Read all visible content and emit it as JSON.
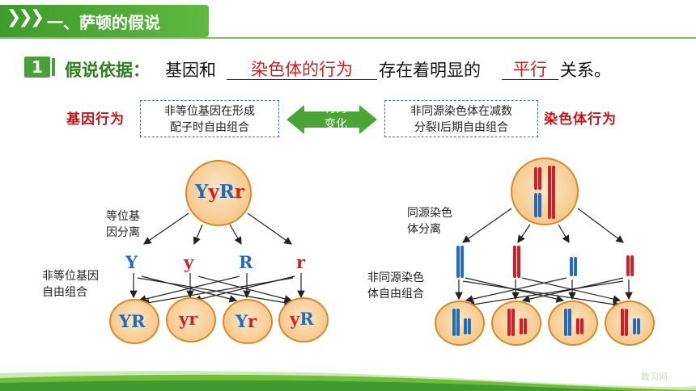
{
  "header": {
    "title": "一、萨顿的假说",
    "chevrons": "❯❯❯"
  },
  "hypothesis": {
    "number": "1",
    "label": "假说依据：",
    "text_part1": "基因和",
    "blank1": "染色体的行为",
    "text_part2": "存在着明显的",
    "blank2": "平行",
    "text_part3": "关系。"
  },
  "behavior_row": {
    "left_label": "基因行为",
    "left_box_line1": "非等位基因在形成",
    "left_box_line2": "配子时自由组合",
    "center_line1": "行为",
    "center_line2": "变化",
    "right_box_line1": "非同源染色体在减数",
    "right_box_line2": "分裂Ⅰ后期自由组合",
    "right_label": "染色体行为"
  },
  "gene_diagram": {
    "parent": [
      "Y",
      "y",
      "R",
      "r"
    ],
    "annotation1_line1": "等位基",
    "annotation1_line2": "因分离",
    "annotation2_line1": "非等位基因",
    "annotation2_line2": "自由组合",
    "alleles": [
      "Y",
      "y",
      "R",
      "r"
    ],
    "gametes": [
      {
        "a": "Y",
        "b": "R"
      },
      {
        "a": "y",
        "b": "r"
      },
      {
        "a": "Y",
        "b": "r"
      },
      {
        "a": "y",
        "b": "R"
      }
    ]
  },
  "chromosome_diagram": {
    "annotation1_line1": "同源染色",
    "annotation1_line2": "体分离",
    "annotation2_line1": "非同源染色",
    "annotation2_line2": "体自由组合"
  },
  "colors": {
    "green": "#49a03a",
    "red": "#d11f2a",
    "blue": "#1f6cc0",
    "cell_border": "#d88a2a"
  },
  "watermark": "教习网"
}
